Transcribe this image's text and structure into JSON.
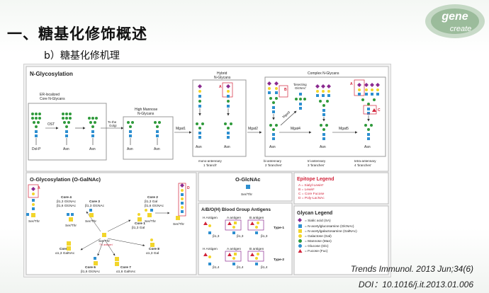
{
  "slide": {
    "title": "一、糖基化修饰概述",
    "subtitle": "b）糖基化修机理",
    "logo_text": [
      "gene",
      "create"
    ],
    "citation_journal": "Trends Immunol. 2013 Jun;34(6)",
    "citation_doi": "DOI：10.1016/j.it.2013.01.006"
  },
  "figure": {
    "n_glycosylation": {
      "title": "N-Glycosylation",
      "er_label": [
        "ER-localized",
        "Core N-Glycans"
      ],
      "ost": "OST",
      "golgi": [
        "To the",
        "Golgi"
      ],
      "high_mannose": [
        "High Mannose",
        "N-Glycans"
      ],
      "hybrid": [
        "Hybrid",
        "N-Glycans"
      ],
      "complex": "Complex N-Glycans",
      "bisecting": [
        "'bisecting",
        "GlcNAc'"
      ],
      "mgat1": "Mgat1",
      "mgat2": "Mgat2",
      "mgat3": "Mgat3",
      "mgat4": "Mgat4",
      "mgat5": "Mgat5",
      "dolp": "Dol-P",
      "asn": "Asn",
      "mono": [
        "mono-antennary",
        "1 'branch'"
      ],
      "bi": [
        "bi-antennary",
        "2 'branches'"
      ],
      "tri": [
        "tri-antennary",
        "3 'branches'"
      ],
      "tetra": [
        "tetra-antennary",
        "4 'branches'"
      ]
    },
    "o_galnac": {
      "title": "O-Glycosylation (O-GalNAc)",
      "core4": [
        "Core 4",
        "β1,3 GlcNAc",
        "β1,6 GlcNAc"
      ],
      "core3": [
        "Core 3",
        "β1,3 GlcNAc"
      ],
      "core2": [
        "Core 2",
        "β1,3 Gal",
        "β1,6 GlcNAc"
      ],
      "core1": [
        "Core 1",
        "β1,3 Gal"
      ],
      "core5": [
        "Core 5",
        "α1,3 GalNAc"
      ],
      "core6": [
        "Core 6",
        "β1,6 GlcNAc"
      ],
      "core7": [
        "Core 7",
        "α1,6 GalNAc"
      ],
      "core8": [
        "Core 8",
        "α1,3 Gal"
      ],
      "serthr": "Ser/Thr",
      "tn": "'Tn antigen'"
    },
    "o_glcnac": {
      "title": "O-GlcNAc",
      "serthr": "Ser/Thr"
    },
    "abo": {
      "title": "A/B/O(H) Blood Group Antigens",
      "h": "H Antigen",
      "a": "A antigen",
      "b": "B antigen",
      "type1": "Type-1",
      "type2": "Type-2",
      "b13": "β1,3",
      "b14": "β1,4"
    },
    "epitope": {
      "title": "Epitope Legend",
      "items": [
        "A = Sialyl-Lewisˣ",
        "B = Lewisˣ",
        "C = Core Fucose",
        "D = Poly-LacNAc"
      ]
    },
    "glycan": {
      "title": "Glycan Legend",
      "items": [
        {
          "icon": "diamond",
          "color": "#8b2a8f",
          "label": "= Sialic acid (SA)"
        },
        {
          "icon": "square",
          "color": "#2d8fd0",
          "label": "= N-acetylglucosamine (GlcNAc)"
        },
        {
          "icon": "square",
          "color": "#f2d52b",
          "label": "= N-acetylgalactosamine (GalNAc)"
        },
        {
          "icon": "circle",
          "color": "#f2d52b",
          "label": "= Galactose (Gal)"
        },
        {
          "icon": "circle",
          "color": "#2f9a3b",
          "label": "= Mannose (Man)"
        },
        {
          "icon": "circle",
          "color": "#2d8fd0",
          "label": "= Glucose (Glc)"
        },
        {
          "icon": "triangle",
          "color": "#d2233a",
          "label": "= Fucose (Fuc)"
        }
      ]
    },
    "colors": {
      "glcnac": "#2d8fd0",
      "man": "#2f9a3b",
      "gal": "#f2d52b",
      "sa": "#8b2a8f",
      "fuc": "#d2233a",
      "epitope_red": "#d2233a"
    }
  }
}
